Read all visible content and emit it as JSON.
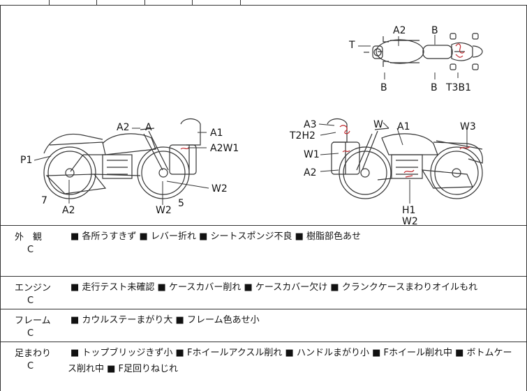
{
  "diagram": {
    "top_view_labels": [
      "T",
      "A2",
      "B",
      "B",
      "B",
      "T3B1"
    ],
    "left_view_labels": [
      "A2",
      "A",
      "A1",
      "A2W1",
      "P1",
      "W2",
      "7",
      "A2",
      "W2",
      "5"
    ],
    "right_view_labels": [
      "A3",
      "T2H2",
      "W",
      "A1",
      "W3",
      "W1",
      "A2",
      "H1",
      "W2"
    ]
  },
  "sections": [
    {
      "category": "外　観",
      "grade": "C",
      "detail": "■ 各所うすきず ■ レバー折れ ■ シートスポンジ不良 ■ 樹脂部色あせ",
      "detail_cont": ""
    },
    {
      "category": "エンジン",
      "grade": "C",
      "detail": "■ 走行テスト未確認 ■ ケースカバー削れ ■ ケースカバー欠け ■ クランクケースまわりオイルもれ",
      "detail_cont": ""
    },
    {
      "category": "フレーム",
      "grade": "C",
      "detail": "■ カウルステーまがり大 ■ フレーム色あせ小",
      "detail_cont": ""
    },
    {
      "category": "足まわり",
      "grade": "C",
      "detail": "■ トップブリッジきず小 ■ Fホイールアクスル削れ ■ ハンドルまがり小 ■ Fホイール削れ中 ■ ボトムケー",
      "detail_cont": "ス削れ中 ■ F足回りねじれ"
    }
  ]
}
